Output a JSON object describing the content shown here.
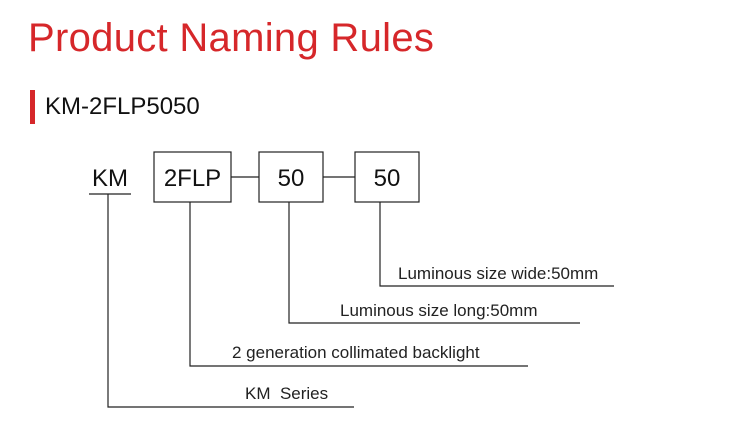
{
  "header": {
    "title": "Product Naming Rules",
    "model_code": "KM-2FLP5050"
  },
  "colors": {
    "accent": "#d6272a",
    "text": "#111111",
    "line": "#222222"
  },
  "segments": [
    {
      "id": "series",
      "label": "KM",
      "boxed": false,
      "description": "KM  Series"
    },
    {
      "id": "generation",
      "label": "2FLP",
      "boxed": true,
      "description": "2 generation collimated backlight"
    },
    {
      "id": "length",
      "label": "50",
      "boxed": true,
      "description": "Luminous size long:50mm"
    },
    {
      "id": "width",
      "label": "50",
      "boxed": true,
      "description": "Luminous size wide:50mm"
    }
  ]
}
